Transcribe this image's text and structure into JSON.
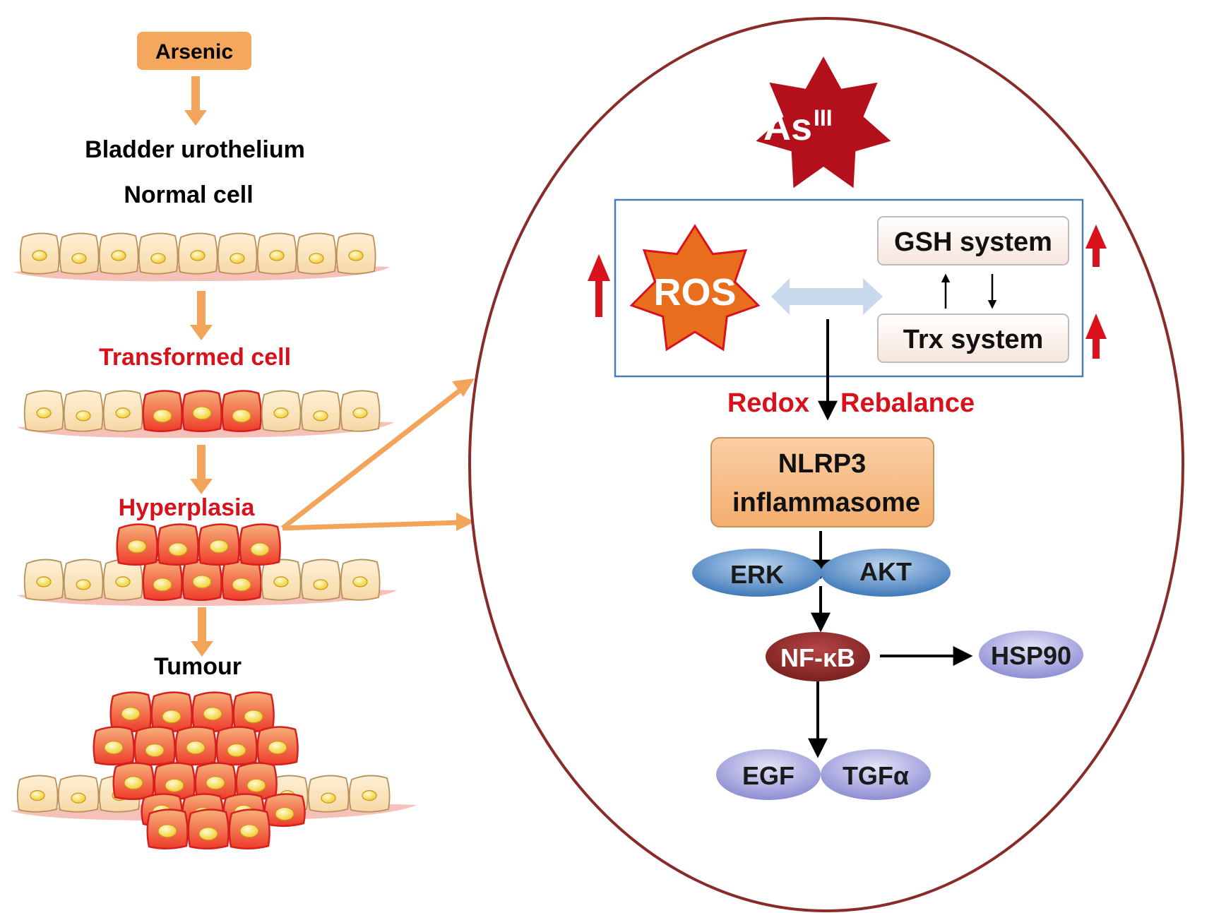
{
  "left": {
    "arsenic": "Arsenic",
    "bladder": "Bladder urothelium",
    "normal": "Normal cell",
    "transformed": "Transformed cell",
    "hyperplasia": "Hyperplasia",
    "tumour": "Tumour"
  },
  "cell": {
    "as_main": "As",
    "as_sup": "III",
    "ros": "ROS",
    "gsh": "GSH system",
    "trx": "Trx system",
    "redox": "Redox",
    "rebalance": "Rebalance",
    "nlrp3_line1": "NLRP3",
    "nlrp3_line2": "inflammasome",
    "erk": "ERK",
    "akt": "AKT",
    "nfkb": "NF-κB",
    "hsp90": "HSP90",
    "egf": "EGF",
    "tgfa": "TGFα"
  },
  "colors": {
    "orange_arrow": "#f2a55a",
    "arsenic_box": "#f5a85d",
    "normal_cell": "#fbe3b8",
    "transformed_cell": "#f2563a",
    "cell_border_red": "#d61f1f",
    "nucleus": "#f6da45",
    "membrane": "#f6c1b8",
    "ellipse_border": "#8a2b2b",
    "as_star": "#b3101c",
    "ros_star": "#e86e1d",
    "red_up_arrow": "#d9111b",
    "nlrp3_box": "#f7bb84",
    "erk_akt": "#4b83c4",
    "nfkb": "#8e2b2b",
    "hsp_egf_tgf": "#a8a8e0",
    "panel_border": "#4a7eb0",
    "exchange_arrow": "#c9d8ea"
  }
}
